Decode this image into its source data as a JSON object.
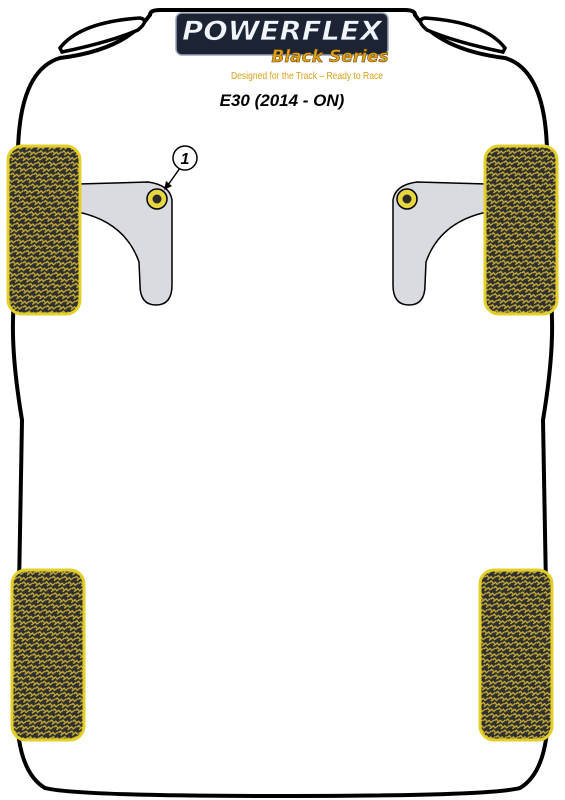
{
  "brand": {
    "name": "POWERFLEX",
    "series": "Black Series",
    "tagline": "Designed for the Track – Ready to Race"
  },
  "model": "E30 (2014 - ON)",
  "callouts": [
    {
      "label": "1"
    }
  ],
  "colors": {
    "outline": "#000000",
    "body_fill": "#ffffff",
    "tyre_fill": "#2f2f2f",
    "tyre_tread": "#c9b038",
    "tyre_outline": "#e3cf2a",
    "arm_fill": "#d9dbe0",
    "bush_fill": "#e8d640",
    "brand_main": "#1a2740",
    "brand_series": "#e0a018",
    "tagline": "#d8a019"
  }
}
